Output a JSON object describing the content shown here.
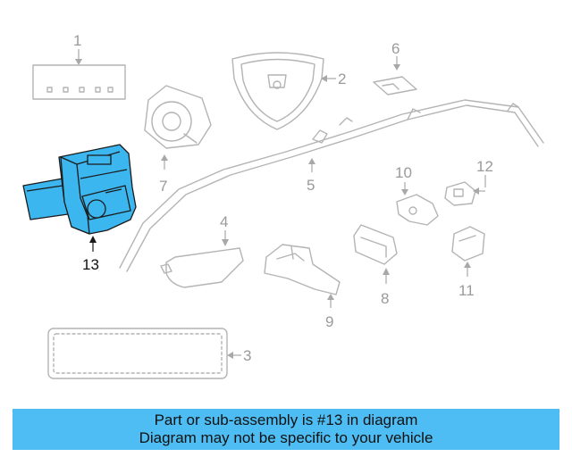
{
  "diagram": {
    "callouts": [
      "1",
      "2",
      "3",
      "4",
      "5",
      "6",
      "7",
      "8",
      "9",
      "10",
      "11",
      "12",
      "13"
    ],
    "highlighted_callout": "13",
    "highlight_color": "#3bb6ee",
    "icons": {
      "part_1": "connector-block-icon",
      "part_2": "steering-wheel-airbag-icon",
      "part_3": "knee-airbag-icon",
      "part_4": "seat-airbag-icon",
      "part_5": "curtain-airbag-icon",
      "part_6": "clip-icon",
      "part_7": "clockspring-icon",
      "part_8": "sensor-icon",
      "part_9": "passenger-airbag-icon",
      "part_10": "impact-sensor-icon",
      "part_11": "side-sensor-icon",
      "part_12": "front-sensor-icon",
      "part_13": "control-module-icon"
    }
  },
  "caption": {
    "line1": "Part or sub-assembly is #13 in diagram",
    "line2": "Diagram may not be specific to your vehicle",
    "background": "#4dbdf3"
  }
}
